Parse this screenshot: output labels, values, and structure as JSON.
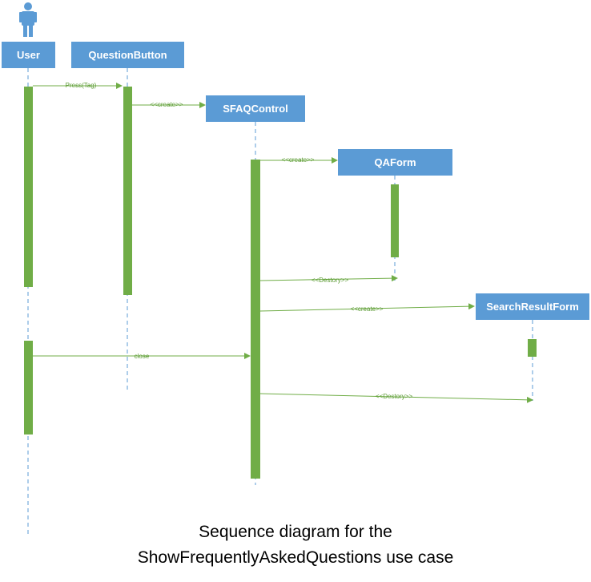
{
  "colors": {
    "participant_box": "#5b9bd5",
    "participant_text": "#ffffff",
    "activation": "#70ad47",
    "message": "#70ad47",
    "lifeline": "#5b9bd5"
  },
  "actor": {
    "icon": "person-icon"
  },
  "participants": [
    {
      "id": "user",
      "label": "User"
    },
    {
      "id": "question_button",
      "label": "QuestionButton"
    },
    {
      "id": "sfaq_control",
      "label": "SFAQControl"
    },
    {
      "id": "qa_form",
      "label": "QAForm"
    },
    {
      "id": "search_result_form",
      "label": "SearchResultForm"
    }
  ],
  "messages": [
    {
      "from": "user",
      "to": "question_button",
      "label": "Press(Tag)"
    },
    {
      "from": "question_button",
      "to": "sfaq_control",
      "label": "<<create>>"
    },
    {
      "from": "sfaq_control",
      "to": "qa_form",
      "label": "<<create>>"
    },
    {
      "from": "sfaq_control",
      "to": "qa_form",
      "label": "<<Destory>>"
    },
    {
      "from": "sfaq_control",
      "to": "search_result_form",
      "label": "<<create>>"
    },
    {
      "from": "user",
      "to": "sfaq_control",
      "label": "close"
    },
    {
      "from": "sfaq_control",
      "to": "search_result_form",
      "label": "<<Destory>>"
    }
  ],
  "caption": {
    "line1": "Sequence diagram for the",
    "line2": "ShowFrequentlyAskedQuestions use case"
  }
}
